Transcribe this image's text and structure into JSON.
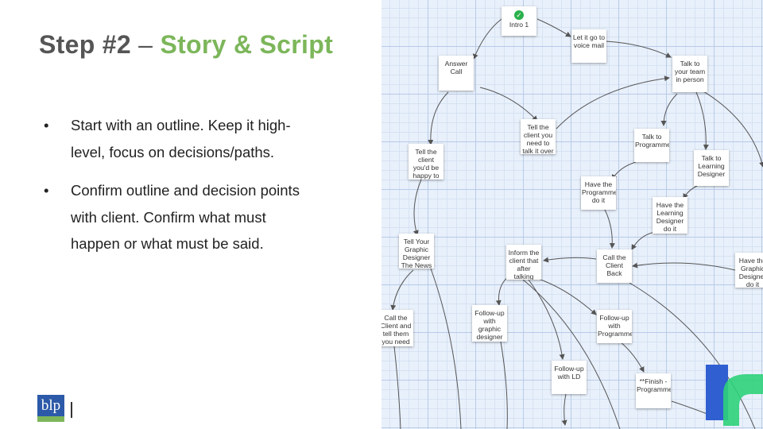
{
  "slide": {
    "title_main": "Step #2",
    "title_sep": "–",
    "title_accent": "Story & Script",
    "bullet_char": "•",
    "bullets": [
      "Start with an outline. Keep it high-level, focus on decisions/paths.",
      "Confirm outline and decision points with client. Confirm what must happen or what must be said."
    ],
    "logo_text": "blp"
  },
  "colors": {
    "accent": "#7cb65a",
    "title": "#555555",
    "logo_blue": "#2d5aa8",
    "grid": "#e8f0fb"
  },
  "flowchart": {
    "start_icon": "check-icon",
    "nodes": [
      {
        "id": "intro",
        "text": "Intro 1"
      },
      {
        "id": "voicemail",
        "text": "Let it go to voice mail"
      },
      {
        "id": "answer",
        "text": "Answer Call"
      },
      {
        "id": "team",
        "text": "Talk to your team in person"
      },
      {
        "id": "tellclient",
        "text": "Tell the client you need to talk it over with"
      },
      {
        "id": "happy",
        "text": "Tell the client you'd be happy to help and"
      },
      {
        "id": "programmer",
        "text": "Talk to Programmer"
      },
      {
        "id": "ldesigner",
        "text": "Talk to Learning Designer"
      },
      {
        "id": "haveprog",
        "text": "Have the Programmer do it"
      },
      {
        "id": "haveld",
        "text": "Have the Learning Designer do it"
      },
      {
        "id": "graphicnews",
        "text": "Tell Your Graphic Designer The News"
      },
      {
        "id": "inform",
        "text": "Inform the client that after talking with your"
      },
      {
        "id": "callback",
        "text": "Call the Client Back"
      },
      {
        "id": "havegraphic",
        "text": "Have the Graphic Designer do it"
      },
      {
        "id": "calltell",
        "text": "Call the Client and tell them you need a"
      },
      {
        "id": "fugraphic",
        "text": "Follow-up with graphic designer"
      },
      {
        "id": "fuprog",
        "text": "Follow-up with Programmer"
      },
      {
        "id": "fuld",
        "text": "Follow-up with LD"
      },
      {
        "id": "finish",
        "text": "**Finish - Programmer"
      }
    ]
  }
}
